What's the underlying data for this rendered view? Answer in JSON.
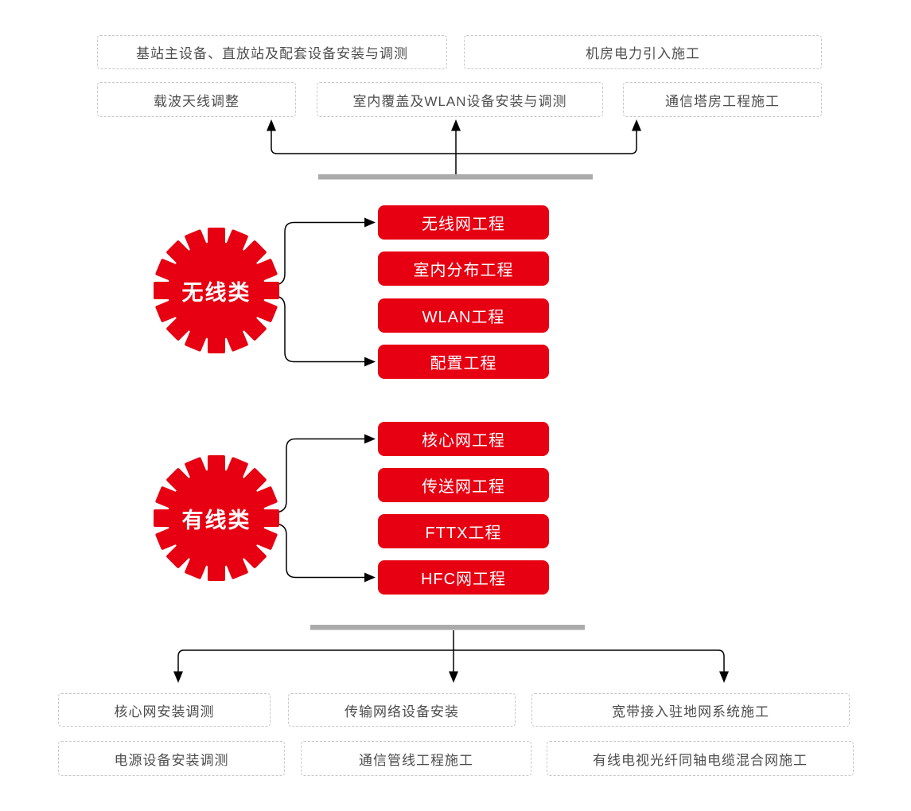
{
  "top_outputs": {
    "row1": [
      "基站主设备、直放站及配套设备安装与调测",
      "机房电力引入施工"
    ],
    "row2": [
      "载波天线调整",
      "室内覆盖及WLAN设备安装与调测",
      "通信塔房工程施工"
    ]
  },
  "groups": [
    {
      "gear": "无线类",
      "items": [
        "无线网工程",
        "室内分布工程",
        "WLAN工程",
        "配置工程"
      ]
    },
    {
      "gear": "有线类",
      "items": [
        "核心网工程",
        "传送网工程",
        "FTTX工程",
        "HFC网工程"
      ]
    }
  ],
  "bottom_outputs": {
    "row1": [
      "核心网安装调测",
      "传输网络设备安装",
      "宽带接入驻地网系统施工"
    ],
    "row2": [
      "电源设备安装调测",
      "通信管线工程施工",
      "有线电视光纤同轴电缆混合网施工"
    ]
  },
  "colors": {
    "accent_red": "#e60012",
    "divider_gray": "#ababab",
    "connector_black": "#000000",
    "dash_border_gray": "#c7c7c7",
    "box_text_gray": "#4d4d4d",
    "label_white": "#ffffff"
  }
}
